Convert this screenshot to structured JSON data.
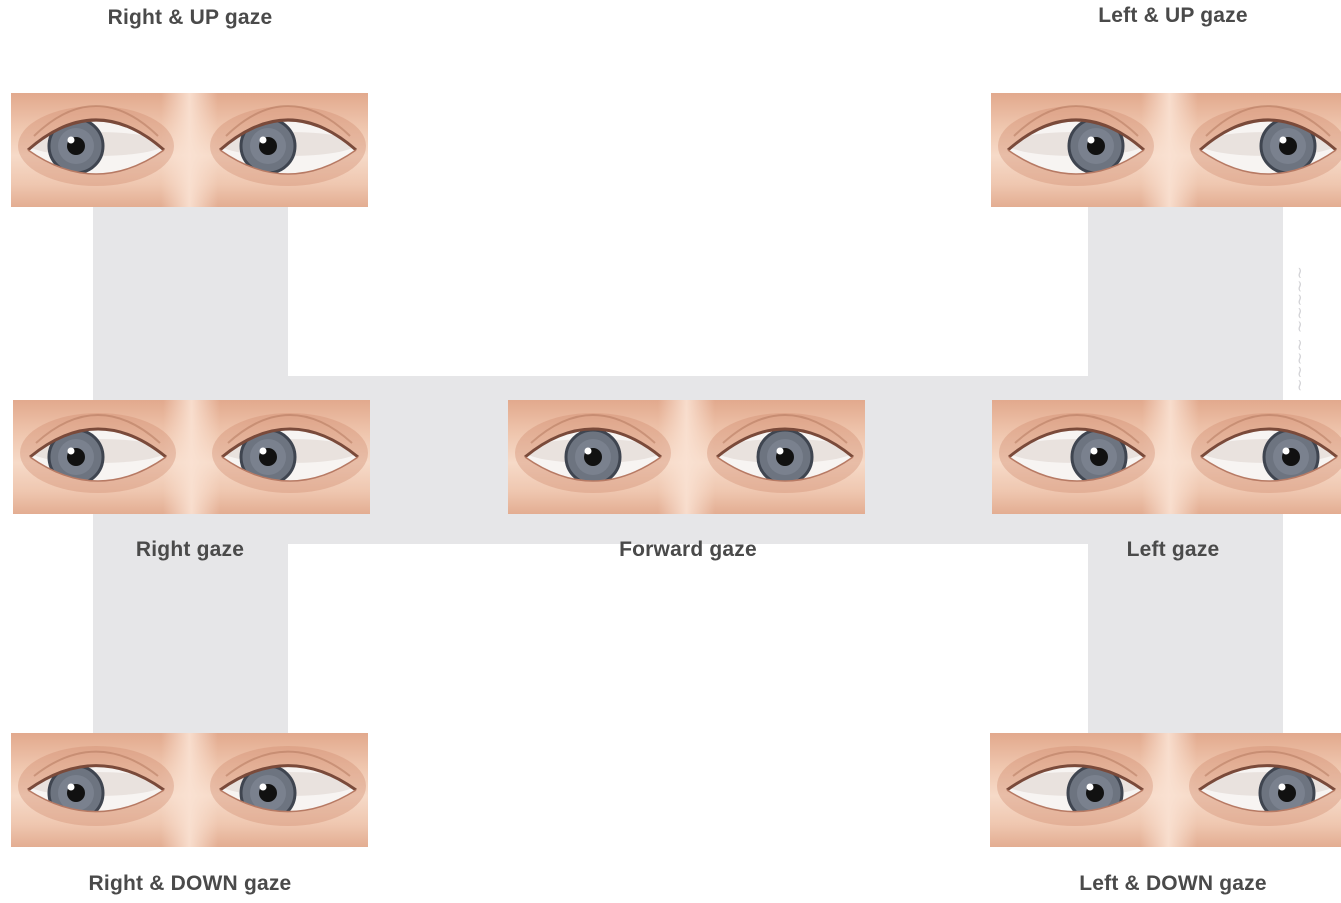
{
  "title": "",
  "colors": {
    "background": "#ffffff",
    "connector": "#e6e6e8",
    "skin": "#efc6ae",
    "iris": "#6d7480",
    "label": "#4a4a4a"
  },
  "panels": [
    {
      "id": "right-up",
      "label": "Right & UP gaze",
      "gaze": "up-right"
    },
    {
      "id": "left-up",
      "label": "Left & UP gaze",
      "gaze": "up-left"
    },
    {
      "id": "right",
      "label": "Right gaze",
      "gaze": "right"
    },
    {
      "id": "forward",
      "label": "Forward gaze",
      "gaze": "forward"
    },
    {
      "id": "left",
      "label": "Left gaze",
      "gaze": "left"
    },
    {
      "id": "right-down",
      "label": "Right & DOWN gaze",
      "gaze": "down-right"
    },
    {
      "id": "left-down",
      "label": "Left & DOWN gaze",
      "gaze": "down-left"
    }
  ]
}
